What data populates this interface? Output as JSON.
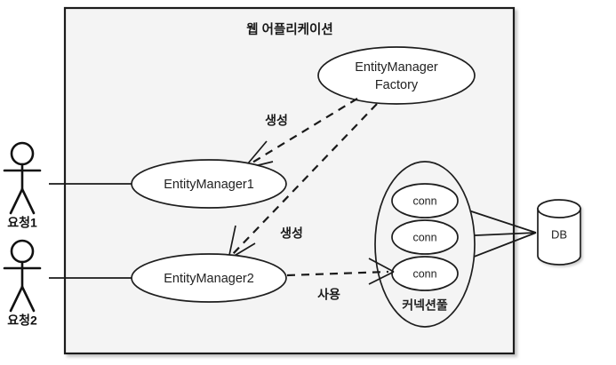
{
  "diagram": {
    "type": "use-case-diagram",
    "container": {
      "title": "웹 어플리케이션"
    },
    "actors": [
      {
        "id": "actor1",
        "label": "요청1"
      },
      {
        "id": "actor2",
        "label": "요청2"
      }
    ],
    "nodes": [
      {
        "id": "emf",
        "label_line1": "EntityManager",
        "label_line2": "Factory"
      },
      {
        "id": "em1",
        "label": "EntityManager1"
      },
      {
        "id": "em2",
        "label": "EntityManager2"
      },
      {
        "id": "conn1",
        "label": "conn"
      },
      {
        "id": "conn2",
        "label": "conn"
      },
      {
        "id": "conn3",
        "label": "conn"
      },
      {
        "id": "pool",
        "label": "커넥션풀"
      },
      {
        "id": "db",
        "label": "DB"
      }
    ],
    "edges": [
      {
        "id": "emf-em1",
        "label": "생성",
        "style": "dashed-arrow"
      },
      {
        "id": "emf-em2",
        "label": "생성",
        "style": "dashed-arrow"
      },
      {
        "id": "em2-conn3",
        "label": "사용",
        "style": "dashed-arrow"
      },
      {
        "id": "actor1-em1",
        "label": "",
        "style": "solid"
      },
      {
        "id": "actor2-em2",
        "label": "",
        "style": "solid"
      },
      {
        "id": "conn1-db",
        "label": "",
        "style": "solid"
      },
      {
        "id": "conn2-db",
        "label": "",
        "style": "solid"
      },
      {
        "id": "conn3-db",
        "label": "",
        "style": "solid"
      }
    ],
    "colors": {
      "container_fill": "#f4f4f4",
      "shape_fill": "#ffffff",
      "pool_fill": "#f4f4f4",
      "stroke": "#1a1a1a",
      "background": "#ffffff"
    }
  }
}
